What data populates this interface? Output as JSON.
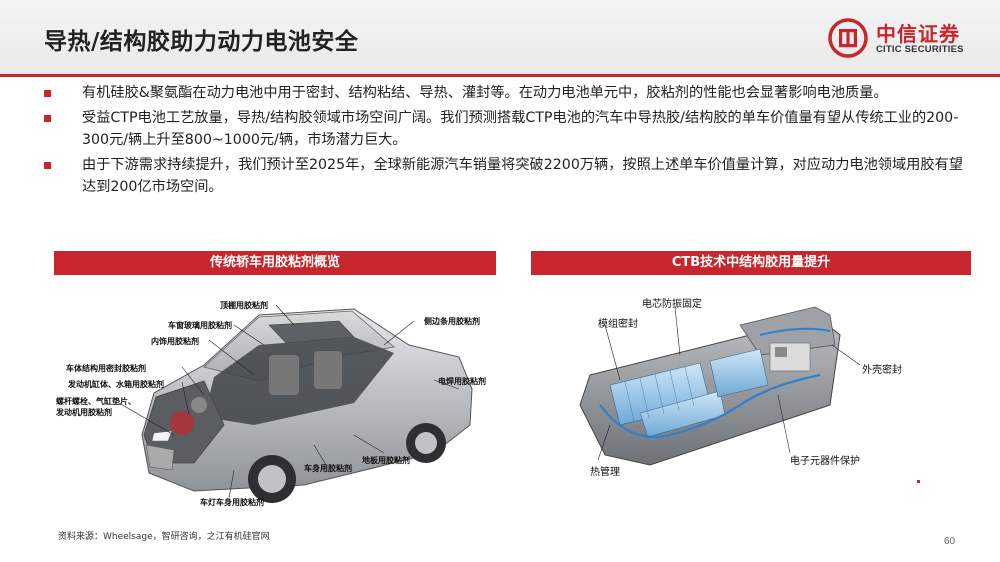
{
  "header": {
    "title": "导热/结构胶助力动力电池安全"
  },
  "logo": {
    "name_cn": "中信证券",
    "name_en": "CITIC SECURITIES",
    "brand_color": "#c8262c"
  },
  "bullets": [
    {
      "text": "有机硅胶&聚氨酯在动力电池中用于密封、结构粘结、导热、灌封等。在动力电池单元中，胶粘剂的性能也会显著影响电池质量。"
    },
    {
      "text": "受益CTP电池工艺放量，导热/结构胶领域市场空间广阔。我们预测搭载CTP电池的汽车中导热胶/结构胶的单车价值量有望从传统工业的200-300元/辆上升至800~1000元/辆，市场潜力巨大。"
    },
    {
      "text": "由于下游需求持续提升，我们预计至2025年，全球新能源汽车销量将突破2200万辆，按照上述单车价值量计算，对应动力电池领域用胶有望达到200亿市场空间。"
    }
  ],
  "left_panel": {
    "title": "传统轿车用胶粘剂概览",
    "labels": {
      "roof": "顶棚用胶粘剂",
      "window": "车窗玻璃用胶粘剂",
      "interior": "内饰用胶粘剂",
      "body_seal": "车体结构用密封胶粘剂",
      "engine": "发动机缸体、水箱用胶粘剂",
      "bolt_1": "螺杆螺栓、气缸垫片、",
      "bolt_2": "发动机用胶粘剂",
      "side": "侧边条用胶粘剂",
      "weld": "电焊用胶粘剂",
      "floor": "地板用胶粘剂",
      "car_body": "车身用胶粘剂",
      "lamp": "车灯车身用胶粘剂"
    }
  },
  "right_panel": {
    "title": "CTB技术中结构胶用量提升",
    "labels": {
      "cell_fix": "电芯防振固定",
      "module_seal": "模组密封",
      "shell_seal": "外壳密封",
      "thermal": "热管理",
      "electronics": "电子元器件保护"
    }
  },
  "source": "资料来源：Wheelsage，智研咨询，之江有机硅官网",
  "page_number": "60"
}
